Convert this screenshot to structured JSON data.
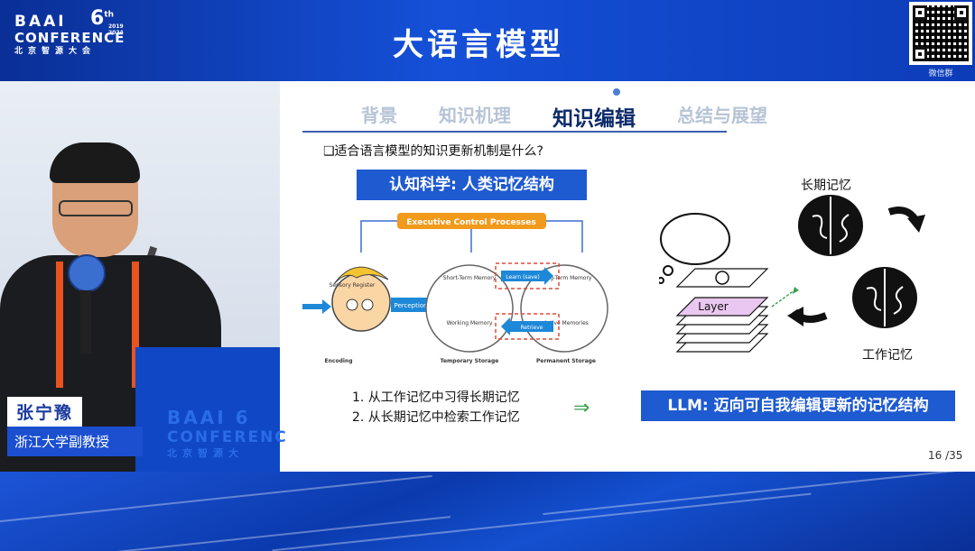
{
  "header": {
    "logo_line1": "BAAI",
    "logo_line2": "CONFERENCE",
    "logo_line3": "北京智源大会",
    "edition": "6",
    "edition_suffix": "th",
    "years": "2019\n2024",
    "title": "大语言模型",
    "qr_label": "微信群"
  },
  "speaker": {
    "name": "张宁豫",
    "role": "浙江大学副教授",
    "podium_logo1": "BAAI",
    "podium_logo2": "CONFERENC",
    "podium_logo3": "北京智源大",
    "podium_edition": "6"
  },
  "slide": {
    "nav": [
      "背景",
      "知识机理",
      "知识编辑",
      "总结与展望"
    ],
    "active_nav_index": 2,
    "question": "❑适合语言模型的知识更新机制是什么?",
    "box_title": "认知科学: 人类记忆结构",
    "diagram": {
      "executive": "Executive Control Processes",
      "sensory": "Sensory Register",
      "perception": "Perception",
      "short_term": "Short-Term Memory",
      "working": "Working Memory",
      "learn": "Learn (save)",
      "retrieve": "Retrieve",
      "long_term": "Long-Term Memory",
      "active": "Active Memories",
      "encoding": "Encoding",
      "temporary": "Temporary Storage",
      "permanent": "Permanent Storage"
    },
    "list": [
      "1. 从工作记忆中习得长期记忆",
      "2. 从长期记忆中检索工作记忆"
    ],
    "llm_box": "LLM: 迈向可自我编辑更新的记忆结构",
    "layer_label": "Layer",
    "long_term_label": "长期记忆",
    "working_label": "工作记忆",
    "page": "16  /35"
  },
  "colors": {
    "brand_blue": "#1e5ad0",
    "executive_orange": "#f29a1c",
    "green_arrow": "#3aa04a",
    "learn_blue": "#1e88d8"
  }
}
